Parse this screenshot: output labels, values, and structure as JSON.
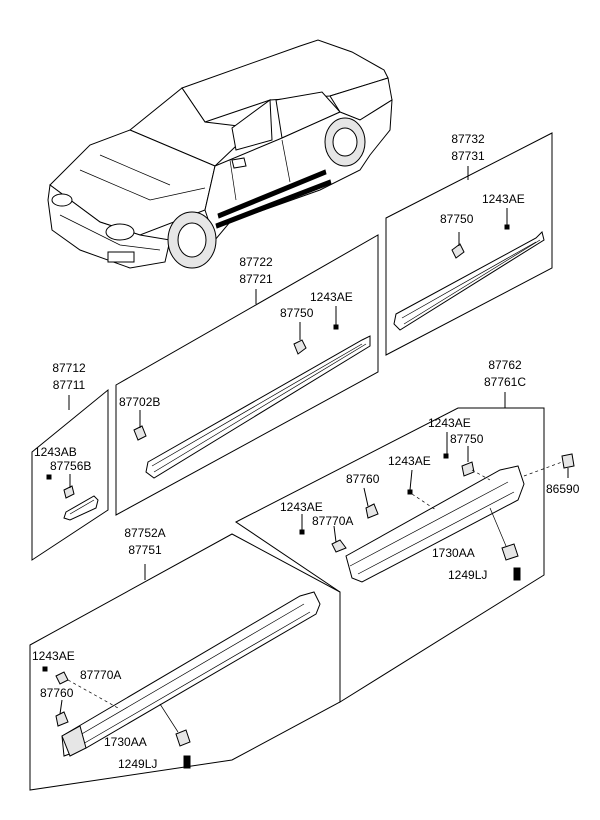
{
  "diagram": {
    "groups": {
      "rear_door": {
        "codes": [
          "87732",
          "87731"
        ],
        "clip": "87750",
        "screw": "1243AE"
      },
      "front_door": {
        "codes": [
          "87722",
          "87721"
        ],
        "clip": "87750",
        "screw": "1243AE",
        "tape": "87702B"
      },
      "fender": {
        "codes": [
          "87712",
          "87711"
        ],
        "screw": "1243AB",
        "clip": "87756B"
      },
      "sill_right": {
        "codes": [
          "87762",
          "87761C"
        ],
        "screw_a": "1243AE",
        "clip_a": "87750",
        "screw_b": "1243AE",
        "clip_b": "87760",
        "screw_c": "1243AE",
        "clip_c": "87770A",
        "bracket": "1730AA",
        "bolt": "1249LJ",
        "retainer": "86590"
      },
      "sill_left": {
        "codes": [
          "87752A",
          "87751"
        ],
        "screw": "1243AE",
        "clip_a": "87770A",
        "clip_b": "87760",
        "bracket": "1730AA",
        "bolt": "1249LJ"
      }
    }
  }
}
